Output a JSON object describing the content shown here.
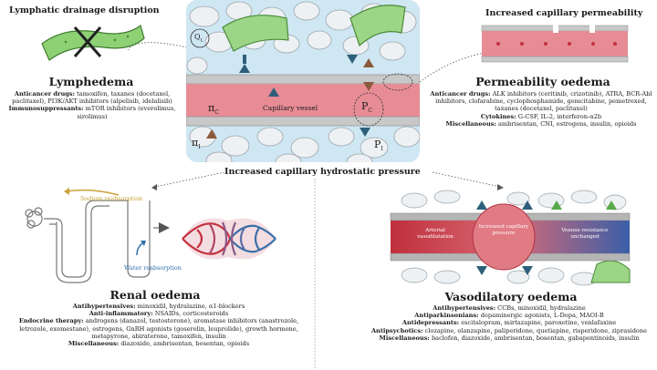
{
  "headers": {
    "lymphatic": "Lymphatic drainage disruption",
    "permeability": "Increased capillary permeability",
    "hydrostatic": "Increased capillary hydrostatic pressure"
  },
  "center": {
    "vessel_label": "Capillary vessel",
    "pi_c": "π",
    "pi_c_sub": "C",
    "pi_i": "π",
    "pi_i_sub": "I",
    "p_c": "P",
    "p_c_sub": "C",
    "p_i": "P",
    "p_i_sub": "I",
    "q_l": "Q",
    "q_l_sub": "L"
  },
  "lymphedema": {
    "title": "Lymphedema",
    "anticancer_label": "Anticancer drugs:",
    "anticancer_text": " tamoxifen, taxanes (docetaxel, paclitaxel), PI3K/AKT inhibitors (alpelisib, idelalisib)",
    "immuno_label": "Immunosuppressants:",
    "immuno_text": " mTOR inhibitors (everolimus, sirolimus)"
  },
  "permeability": {
    "title": "Permeability oedema",
    "anticancer_label": "Anticancer drugs:",
    "anticancer_text": " ALK inhibitors (ceritinib, crizotinib), ATRA, BCR-Abl inhibitors, clofarabine, cyclophosphamide, gemcitabine, pemetrexed, taxanes (docetaxel, paclitaxel)",
    "cytokines_label": "Cytokines:",
    "cytokines_text": " G-CSF, IL-2, interferon-α2b",
    "misc_label": "Miscellaneous:",
    "misc_text": " ambrisentan, CNI, estrogens, insulin, opioids"
  },
  "renal": {
    "title": "Renal oedema",
    "sodium_label": "Sodium reabsorption",
    "water_label": "Water reabsorption",
    "antihyp_label": "Antihypertensives:",
    "antihyp_text": " minoxidil, hydralazine, α1-blockers",
    "antiinf_label": "Anti-inflammatory:",
    "antiinf_text": " NSAIDs, corticosteroids",
    "endo_label": "Endocrine therapy:",
    "endo_text": " androgens (danazol, testosterone), aromatase inhibitors (anastrozole, letrozole, exemestane), estrogens, GnRH agonists (goserelin, leuprolide), growth hormone, metapyrone, abiraterone, tamoxifen, insulin",
    "misc_label": "Miscellaneous:",
    "misc_text": " diazoxide, ambrisentan, bosentan, opioids"
  },
  "vasodilatory": {
    "title": "Vasodilatory oedema",
    "arterial_label": "Arterial vasodilatation",
    "pressure_label": "Increased capillary pressure",
    "venous_label": "Venous resistance unchanged",
    "antihyp_label": "Antihypertensives:",
    "antihyp_text": " CCBs, minoxidil, hydralazine",
    "antipark_label": "Antiparkinsonians:",
    "antipark_text": " dopaminergic agonists, L-Dopa, MAOI-B",
    "antidep_label": "Antidepressants:",
    "antidep_text": " escitalopram, mirtazapine, paroxetine, venlafaxine",
    "antipsy_label": "Antipsychotics:",
    "antipsy_text": " clozapine, olanzapine, paliperidone, quetiapine, risperidone, ziprasidone",
    "misc_label": "Miscellaneous:",
    "misc_text": " baclofen, diazoxide, ambrisentan, bosentan, gabapentinoids, insulin"
  },
  "colors": {
    "vessel_red": "#e07b84",
    "vessel_wall": "#c8c8c8",
    "tissue_blue": "#bfe0ee",
    "lymph_green": "#7ec86a",
    "arrow_blue": "#2d5f7a",
    "arrow_brown": "#8a5a3c",
    "sodium": "#c9a038",
    "water": "#2e6fa8"
  }
}
